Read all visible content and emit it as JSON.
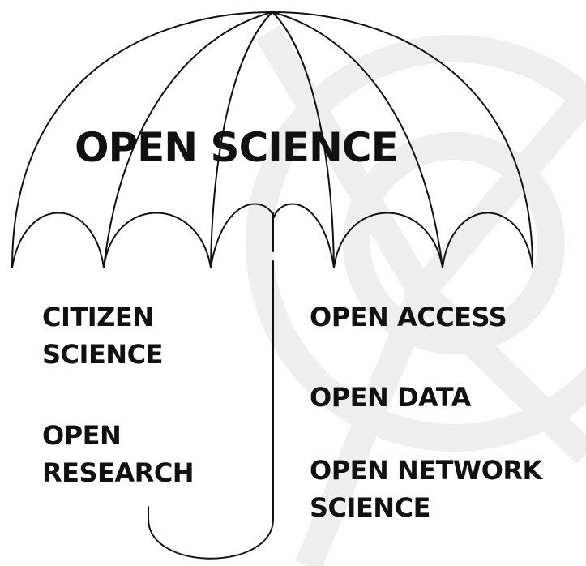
{
  "diagram": {
    "title": "OPEN SCIENCE",
    "left_items": [
      {
        "line1": "CITIZEN",
        "line2": "SCIENCE"
      },
      {
        "line1": "OPEN",
        "line2": "RESEARCH"
      }
    ],
    "right_items": [
      {
        "line1": "OPEN ACCESS",
        "line2": ""
      },
      {
        "line1": "OPEN DATA",
        "line2": ""
      },
      {
        "line1": "OPEN NETWORK",
        "line2": "SCIENCE"
      }
    ]
  },
  "colors": {
    "ink": "#111111",
    "watermark": "#eeeeee",
    "background": "#ffffff"
  }
}
